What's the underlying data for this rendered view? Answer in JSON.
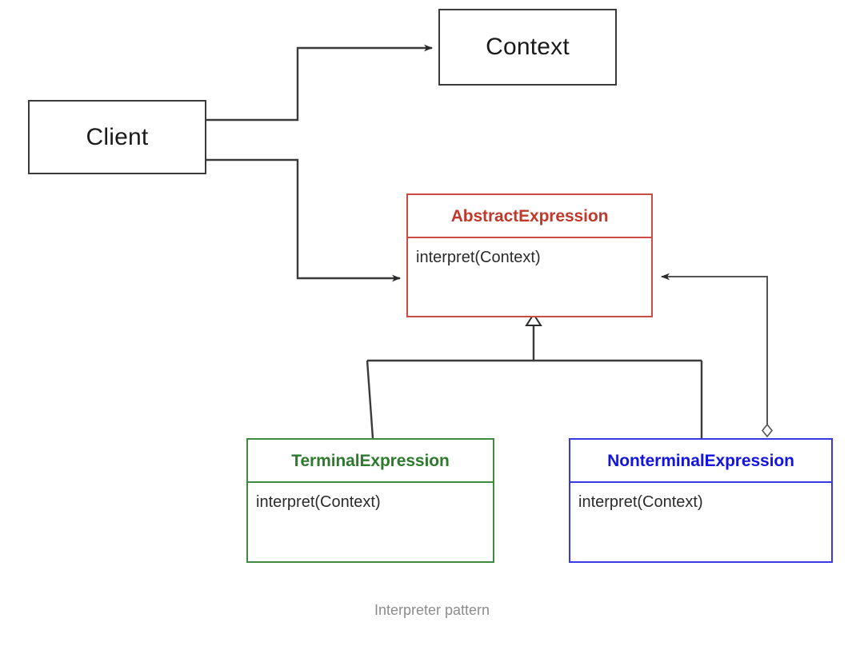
{
  "diagram": {
    "caption": "Interpreter pattern",
    "colors": {
      "background": "#ffffff",
      "line": "#3a3a3a",
      "plain_border": "#3a3a3a",
      "abstract_red": "#c0392b",
      "terminal_green": "#2d7a2d",
      "nonterminal_blue": "#1414e0",
      "method_text": "#2b2b2b",
      "caption_text": "#8c8c8c"
    },
    "nodes": {
      "client": {
        "label": "Client"
      },
      "context": {
        "label": "Context"
      },
      "abstract_expression": {
        "title": "AbstractExpression",
        "methods": [
          "interpret(Context)"
        ]
      },
      "terminal_expression": {
        "title": "TerminalExpression",
        "methods": [
          "interpret(Context)"
        ]
      },
      "nonterminal_expression": {
        "title": "NonterminalExpression",
        "methods": [
          "interpret(Context)"
        ]
      }
    },
    "edges": [
      {
        "name": "client-to-context",
        "from": "Client",
        "to": "Context",
        "type": "association-arrow"
      },
      {
        "name": "client-to-abstract-expression",
        "from": "Client",
        "to": "AbstractExpression",
        "type": "association-arrow"
      },
      {
        "name": "terminal-inherits-abstract",
        "from": "TerminalExpression",
        "to": "AbstractExpression",
        "type": "generalization"
      },
      {
        "name": "nonterminal-inherits-abstract",
        "from": "NonterminalExpression",
        "to": "AbstractExpression",
        "type": "generalization"
      },
      {
        "name": "nonterminal-aggregates-abstract",
        "from": "NonterminalExpression",
        "to": "AbstractExpression",
        "type": "aggregation-arrow"
      }
    ]
  }
}
